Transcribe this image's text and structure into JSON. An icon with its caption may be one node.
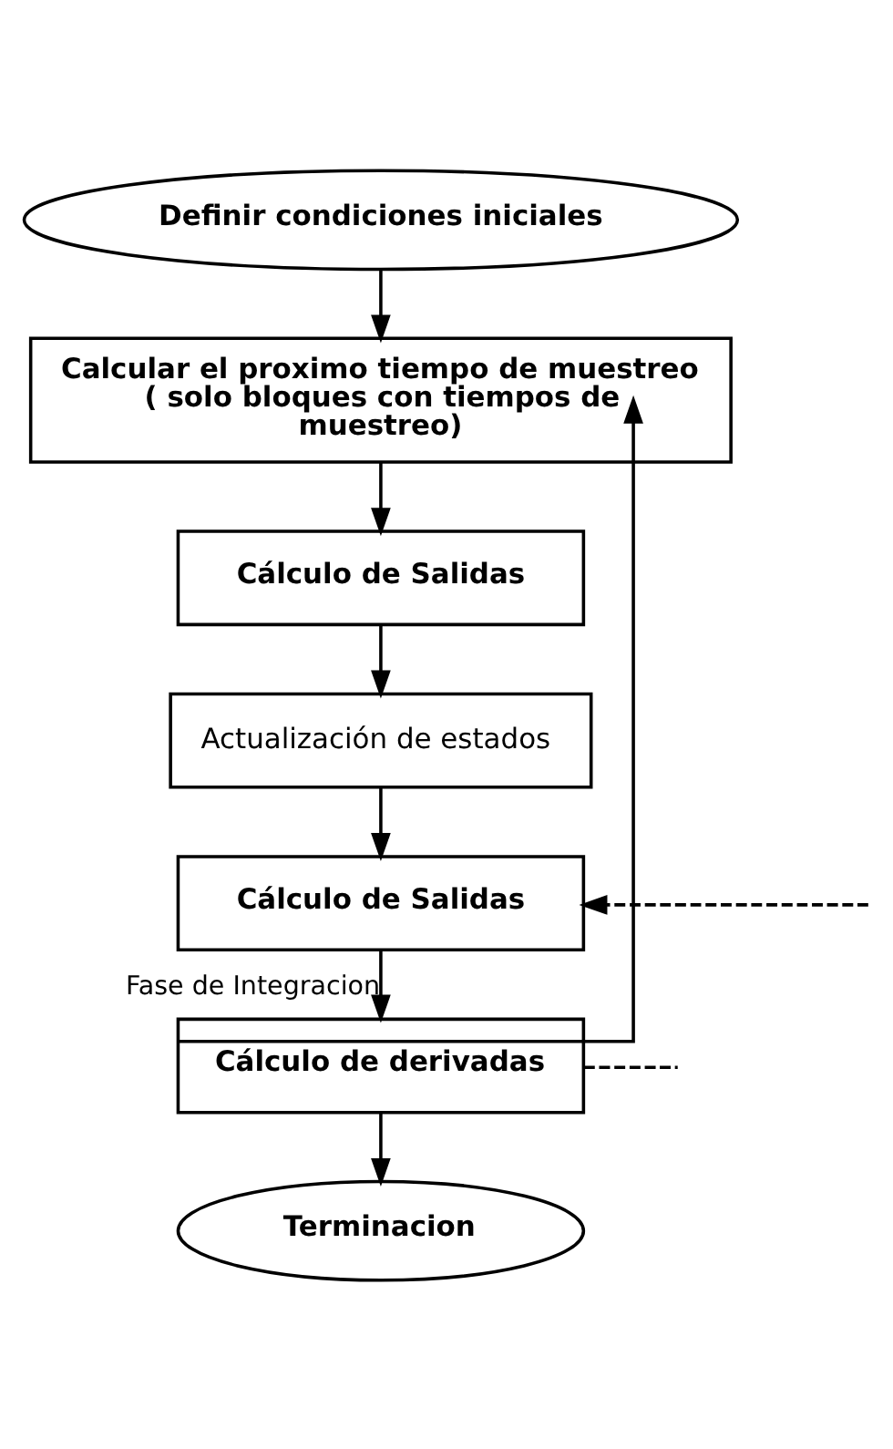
{
  "diagram": {
    "nodes": [
      {
        "text": [
          "Definir condiciones iniciales"
        ]
      },
      {
        "text": [
          "Calcular el proximo tiempo de muestreo ( solo bloques con tiempos de muestreo)"
        ]
      },
      {
        "text": [
          "Cálculo de Salidas"
        ]
      },
      {
        "text": [
          "Actualización de estados"
        ]
      },
      {
        "text": [
          "Cálculo de Salidas"
        ]
      },
      {
        "text": [
          "Cálculo de derivadas"
        ]
      },
      {
        "text": [
          "Terminacion"
        ]
      }
    ],
    "edges": [
      {
        "from": 0,
        "to": 1,
        "arrow": "to"
      },
      {
        "from": 1,
        "to": 2,
        "arrow": "to"
      },
      {
        "from": 2,
        "to": 3,
        "arrow": "to"
      },
      {
        "from": 3,
        "to": 4,
        "arrow": "to"
      },
      {
        "from": 4,
        "to": 5,
        "arrow": "to",
        "label": "Fase de Integracion"
      },
      {
        "from": 5,
        "to": 6,
        "arrow": "to"
      },
      {
        "from": 5,
        "to": 1,
        "arrow": "to"
      },
      {
        "from": null,
        "to": 4,
        "arrow": "to",
        "style": "dashed"
      },
      {
        "from": 5,
        "to": null,
        "arrow": "none",
        "style": "dashed"
      }
    ]
  }
}
